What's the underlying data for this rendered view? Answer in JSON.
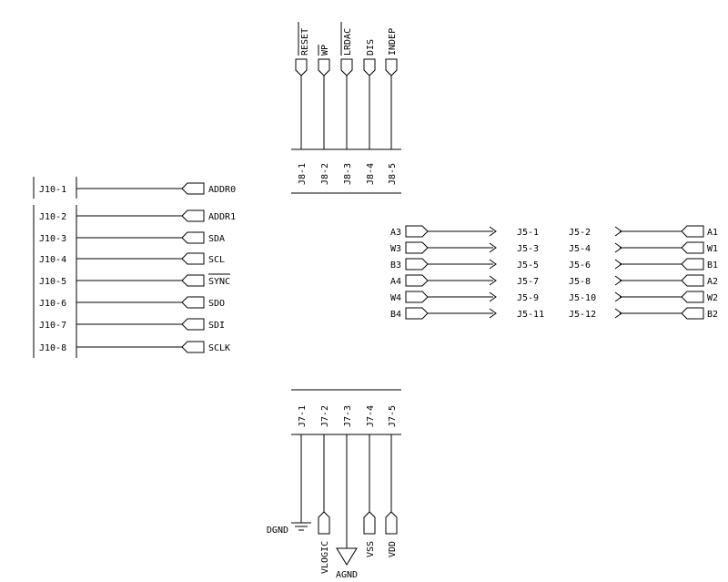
{
  "j8": {
    "signals": [
      {
        "label": "RESET",
        "overline": true
      },
      {
        "label": "WP",
        "overline": true
      },
      {
        "label": "LRDAC",
        "overline": true
      },
      {
        "label": "DIS",
        "overline": false
      },
      {
        "label": "INDEP",
        "overline": false
      }
    ],
    "pins": [
      "J8-1",
      "J8-2",
      "J8-3",
      "J8-4",
      "J8-5"
    ]
  },
  "j10": {
    "first": {
      "pin": "J10-1",
      "signal": "ADDR0",
      "overline": false
    },
    "rows": [
      {
        "pin": "J10-2",
        "signal": "ADDR1",
        "overline": false
      },
      {
        "pin": "J10-3",
        "signal": "SDA",
        "overline": false
      },
      {
        "pin": "J10-4",
        "signal": "SCL",
        "overline": false
      },
      {
        "pin": "J10-5",
        "signal": "SYNC",
        "overline": true
      },
      {
        "pin": "J10-6",
        "signal": "SDO",
        "overline": false
      },
      {
        "pin": "J10-7",
        "signal": "SDI",
        "overline": false
      },
      {
        "pin": "J10-8",
        "signal": "SCLK",
        "overline": false
      }
    ]
  },
  "j5": {
    "left": [
      {
        "net": "A3",
        "pin": "J5-1"
      },
      {
        "net": "W3",
        "pin": "J5-3"
      },
      {
        "net": "B3",
        "pin": "J5-5"
      },
      {
        "net": "A4",
        "pin": "J5-7"
      },
      {
        "net": "W4",
        "pin": "J5-9"
      },
      {
        "net": "B4",
        "pin": "J5-11"
      }
    ],
    "right": [
      {
        "net": "A1",
        "pin": "J5-2"
      },
      {
        "net": "W1",
        "pin": "J5-4"
      },
      {
        "net": "B1",
        "pin": "J5-6"
      },
      {
        "net": "A2",
        "pin": "J5-8"
      },
      {
        "net": "W2",
        "pin": "J5-10"
      },
      {
        "net": "B2",
        "pin": "J5-12"
      }
    ]
  },
  "j7": {
    "pins": [
      "J7-1",
      "J7-2",
      "J7-3",
      "J7-4",
      "J7-5"
    ],
    "dgnd": "DGND",
    "vlogic": "VLOGIC",
    "agnd": "AGND",
    "vss": "VSS",
    "vdd": "VDD"
  }
}
